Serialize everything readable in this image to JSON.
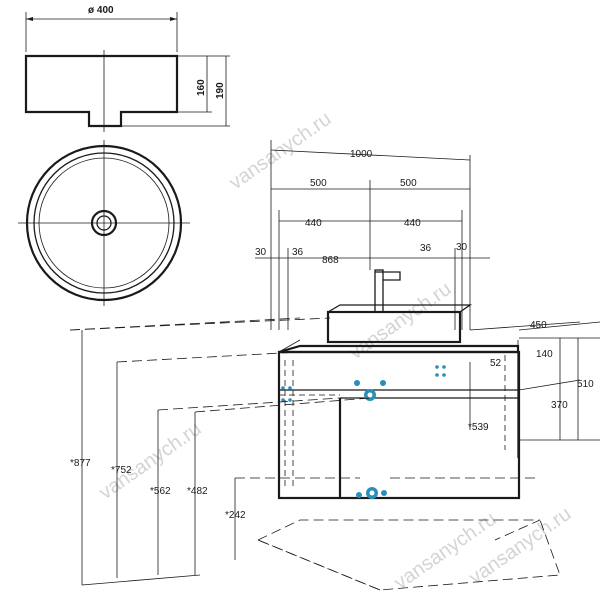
{
  "basin_top": {
    "diameter_label": "ø 400",
    "height_inner_label": "160",
    "height_outer_label": "190"
  },
  "cabinet": {
    "width_total": "1000",
    "half_left": "500",
    "half_right": "500",
    "inset_left": "440",
    "inset_right": "440",
    "edge_left": "30",
    "offset_left": "36",
    "inner_width": "868",
    "offset_right": "36",
    "edge_right": "30",
    "depth": "450",
    "drawer_gap": "52",
    "top_height": "140",
    "total_height": "510",
    "body_height": "370",
    "drain_height": "*539"
  },
  "heights": {
    "h877": "*877",
    "h752": "*752",
    "h562": "*562",
    "h482": "*482",
    "h242": "*242"
  },
  "watermarks": [
    "vansanych.ru",
    "vansanych.ru",
    "vansanych.ru",
    "vansanych.ru",
    "vansanych.ru"
  ],
  "colors": {
    "line": "#1a1a1a",
    "accent": "#2a8fb8",
    "watermark": "#d4d4d4"
  }
}
